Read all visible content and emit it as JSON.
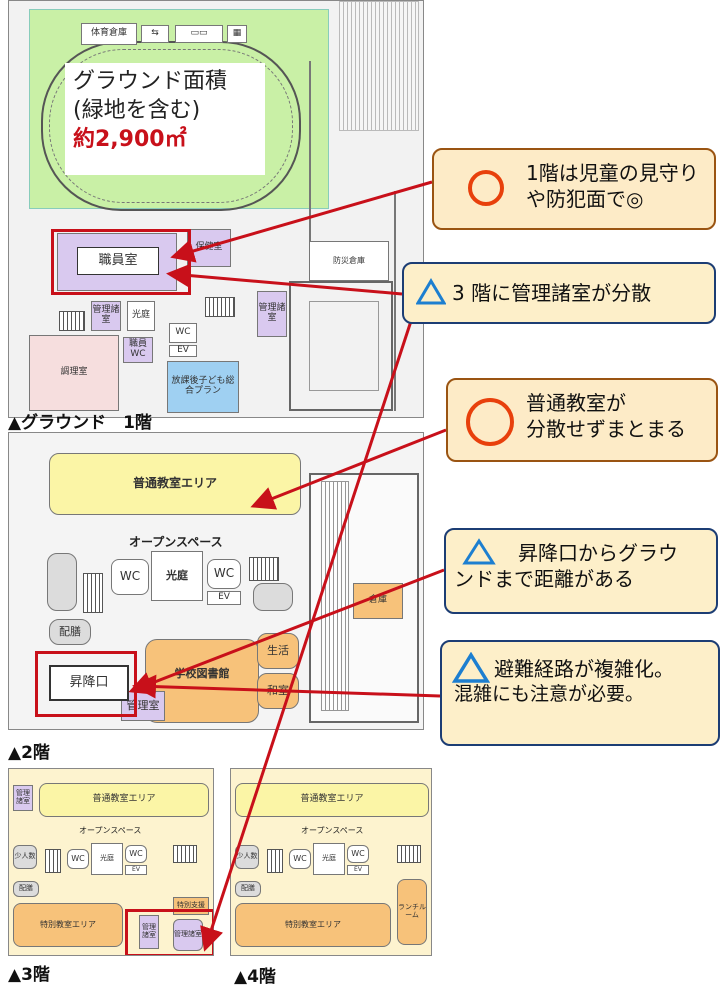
{
  "ground": {
    "area_title_1": "グラウンド面積",
    "area_title_2": "(緑地を含む)",
    "area_value": "約2,900㎡",
    "staff_room": "職員室",
    "caption": "▲グラウンド　1階",
    "rooms": {
      "gym_equip": "体育倉庫",
      "health": "保健室",
      "management": "管理諸室",
      "staff_wc": "職員WC",
      "wc": "WC",
      "ev": "EV",
      "cooking": "調理室",
      "afterschool": "放課後子ども総合プラン",
      "warehouse": "防災倉庫",
      "light": "光庭"
    }
  },
  "floor2": {
    "caption": "▲2階",
    "general_area": "普通教室エリア",
    "open_space": "オープンスペース",
    "wc": "WC",
    "light_court": "光庭",
    "ev": "EV",
    "serving": "配膳",
    "entrance": "昇降口",
    "library": "学校図書館",
    "life": "生活",
    "japanese": "和室",
    "management": "管理室",
    "storage": "倉庫"
  },
  "floor3": {
    "caption": "▲3階",
    "general_area": "普通教室エリア",
    "open_space": "オープンスペース",
    "small": "少人数",
    "serving": "配膳",
    "special_area": "特別教室エリア",
    "special_support": "特別支援",
    "management": "管理諸室",
    "wc": "WC",
    "light": "光庭",
    "ev": "EV"
  },
  "floor4": {
    "caption": "▲4階",
    "general_area": "普通教室エリア",
    "open_space": "オープンスペース",
    "small": "少人数",
    "serving": "配膳",
    "special_area": "特別教室エリア",
    "lunchroom": "ランチルーム",
    "wc": "WC",
    "light": "光庭",
    "ev": "EV"
  },
  "callouts": {
    "c1_line1": "1階は児童の見守り",
    "c1_line2": "や防犯面で◎",
    "c2": "3 階に管理諸室が分散",
    "c3_line1": "普通教室が",
    "c3_line2": "分散せずまとまる",
    "c4_line1": "昇降口からグラウ",
    "c4_line2": "ンドまで距離がある",
    "c5_line1": "避難経路が複雑化。",
    "c5_line2": "混雑にも注意が必要。"
  },
  "colors": {
    "arrow_red": "#c8101a",
    "circle_orange": "#e8400c",
    "triangle_blue": "#1d7fd0",
    "general_area_yellow": "#fbf5a6",
    "special_area_orange": "#f7c27a"
  }
}
